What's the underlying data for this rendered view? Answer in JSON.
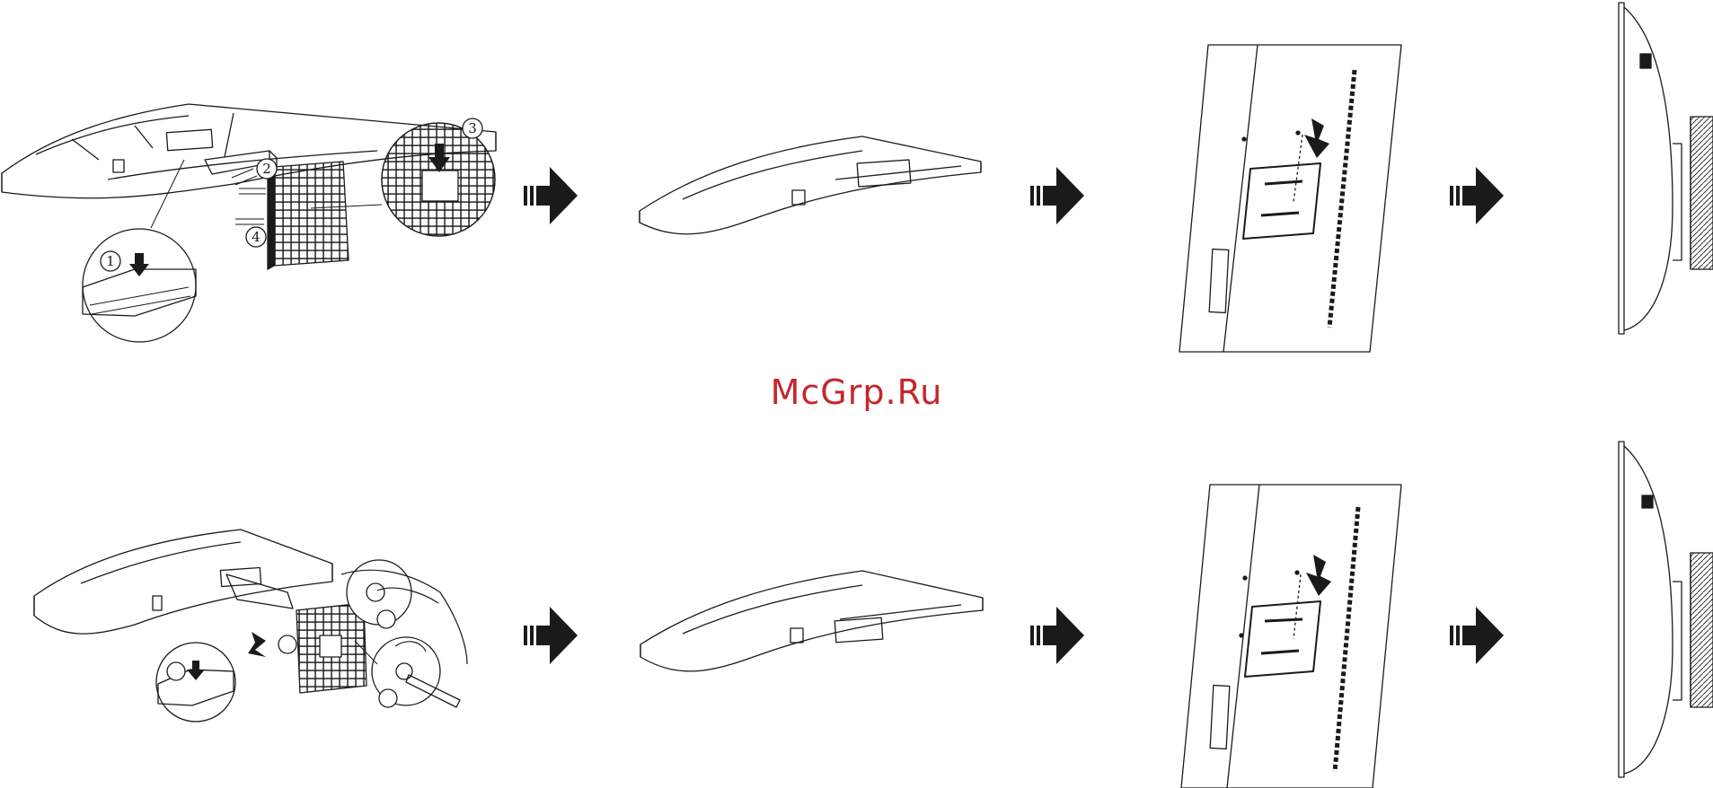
{
  "watermark": {
    "text": "McGrp.Ru",
    "color": "#c8252c"
  },
  "colors": {
    "line": "#1a1a1a",
    "arrow": "#1a1a1a",
    "wall": "#333333"
  },
  "rows": [
    {
      "id": "top",
      "steps": [
        {
          "id": "detach-stand",
          "callouts": [
            "1",
            "2",
            "3",
            "4"
          ]
        },
        {
          "id": "monitor-face-down",
          "callouts": []
        },
        {
          "id": "attach-wall-bracket",
          "callouts": []
        },
        {
          "id": "mounted-side-view",
          "callouts": []
        }
      ]
    },
    {
      "id": "bottom",
      "steps": [
        {
          "id": "remove-base-screw",
          "callouts": []
        },
        {
          "id": "monitor-face-down",
          "callouts": []
        },
        {
          "id": "attach-wall-bracket",
          "callouts": []
        },
        {
          "id": "mounted-side-view",
          "callouts": []
        }
      ]
    }
  ],
  "arrows": [
    {
      "row": "top",
      "from": "detach-stand",
      "to": "monitor-face-down",
      "icon": "step-arrow-icon"
    },
    {
      "row": "top",
      "from": "monitor-face-down",
      "to": "attach-wall-bracket",
      "icon": "step-arrow-icon"
    },
    {
      "row": "top",
      "from": "attach-wall-bracket",
      "to": "mounted-side-view",
      "icon": "step-arrow-icon"
    },
    {
      "row": "bottom",
      "from": "remove-base-screw",
      "to": "monitor-face-down",
      "icon": "step-arrow-icon"
    },
    {
      "row": "bottom",
      "from": "monitor-face-down",
      "to": "attach-wall-bracket",
      "icon": "step-arrow-icon"
    },
    {
      "row": "bottom",
      "from": "attach-wall-bracket",
      "to": "mounted-side-view",
      "icon": "step-arrow-icon"
    }
  ]
}
